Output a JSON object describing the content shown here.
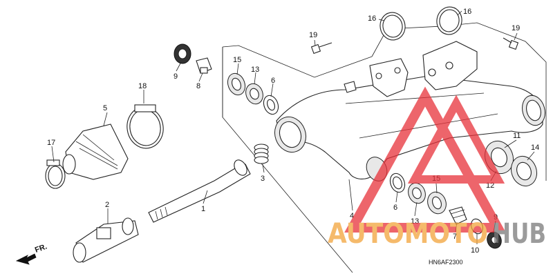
{
  "diagram": {
    "code": "HN6AF2300",
    "direction_label": "FR.",
    "labels": {
      "p1": "1",
      "p2": "2",
      "p3": "3",
      "p4": "4",
      "p5": "5",
      "p6a": "6",
      "p6b": "6",
      "p7": "7",
      "p8": "8",
      "p9a": "9",
      "p9b": "9",
      "p10": "10",
      "p11": "11",
      "p12": "12",
      "p13a": "13",
      "p13b": "13",
      "p14": "14",
      "p15a": "15",
      "p15b": "15",
      "p16a": "16",
      "p16b": "16",
      "p17": "17",
      "p18": "18",
      "p19a": "19",
      "p19b": "19"
    }
  },
  "watermark": {
    "text_a": "AUTOMOTO",
    "text_b": "HUB",
    "color_red": "#e8323a",
    "color_orange": "#f2a33a",
    "color_gray": "#7a7a7a"
  }
}
